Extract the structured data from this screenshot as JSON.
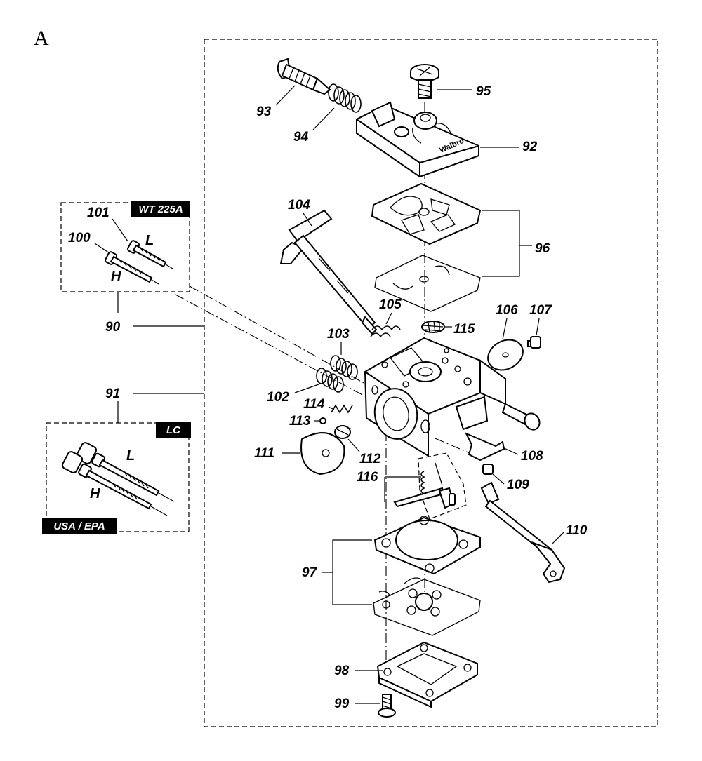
{
  "section_letter": "A",
  "kits": {
    "wt225a": {
      "badge": "WT 225A",
      "callout_l": "L",
      "callout_h": "H"
    },
    "lc_usa": {
      "badge_top": "LC",
      "badge_bottom": "USA / EPA",
      "callout_l": "L",
      "callout_h": "H"
    }
  },
  "parts": {
    "p90": "90",
    "p91": "91",
    "p92": "92",
    "p93": "93",
    "p94": "94",
    "p95": "95",
    "p96": "96",
    "p97": "97",
    "p98": "98",
    "p99": "99",
    "p100": "100",
    "p101": "101",
    "p102": "102",
    "p103": "103",
    "p104": "104",
    "p105": "105",
    "p106": "106",
    "p107": "107",
    "p108": "108",
    "p109": "109",
    "p110": "110",
    "p111": "111",
    "p112": "112",
    "p113": "113",
    "p114": "114",
    "p115": "115",
    "p116": "116"
  }
}
